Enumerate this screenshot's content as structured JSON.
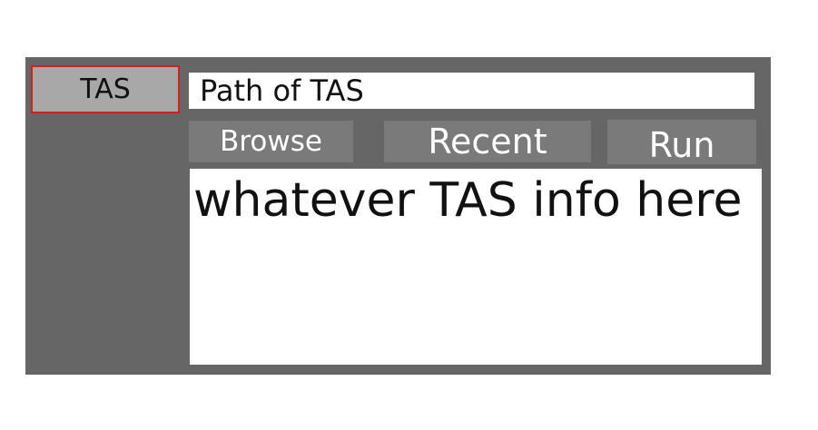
{
  "tabs": [
    {
      "label": "TAS",
      "selected": true
    }
  ],
  "path": {
    "value": "Path of TAS"
  },
  "buttons": {
    "browse_label": "Browse",
    "recent_label": "Recent",
    "run_label": "Run"
  },
  "info": {
    "text": "whatever TAS info here"
  },
  "colors": {
    "panel_bg": "#666666",
    "tab_bg": "#a8a8a8",
    "tab_selected_border": "#cc2222",
    "button_bg": "#7a7a7a",
    "field_bg": "#ffffff"
  }
}
